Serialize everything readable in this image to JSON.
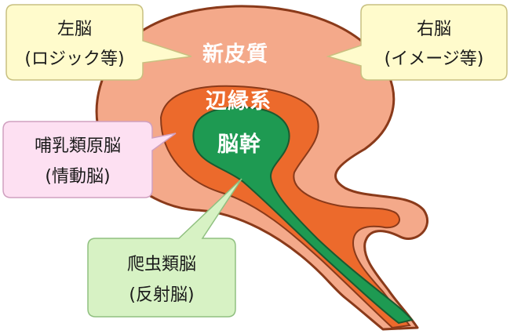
{
  "regions": {
    "neocortex": "新皮質",
    "limbic": "辺縁系",
    "brainstem": "脳幹"
  },
  "callouts": {
    "left_brain": {
      "line1": "左脳",
      "line2": "(ロジック等)"
    },
    "right_brain": {
      "line1": "右脳",
      "line2": "(イメージ等)"
    },
    "mammalian": {
      "line1": "哺乳類原脳",
      "line2": "(情動脳)"
    },
    "reptilian": {
      "line1": "爬虫類脳",
      "line2": "(反射脳)"
    }
  },
  "colors": {
    "neocortex": "#f4a98a",
    "limbic": "#ec6a2c",
    "brainstem": "#1e9a52",
    "outline": "#8a3a1a",
    "callout_yellow": "#fffbcc",
    "callout_pink": "#fde0f2",
    "callout_green": "#d7f2c4"
  }
}
